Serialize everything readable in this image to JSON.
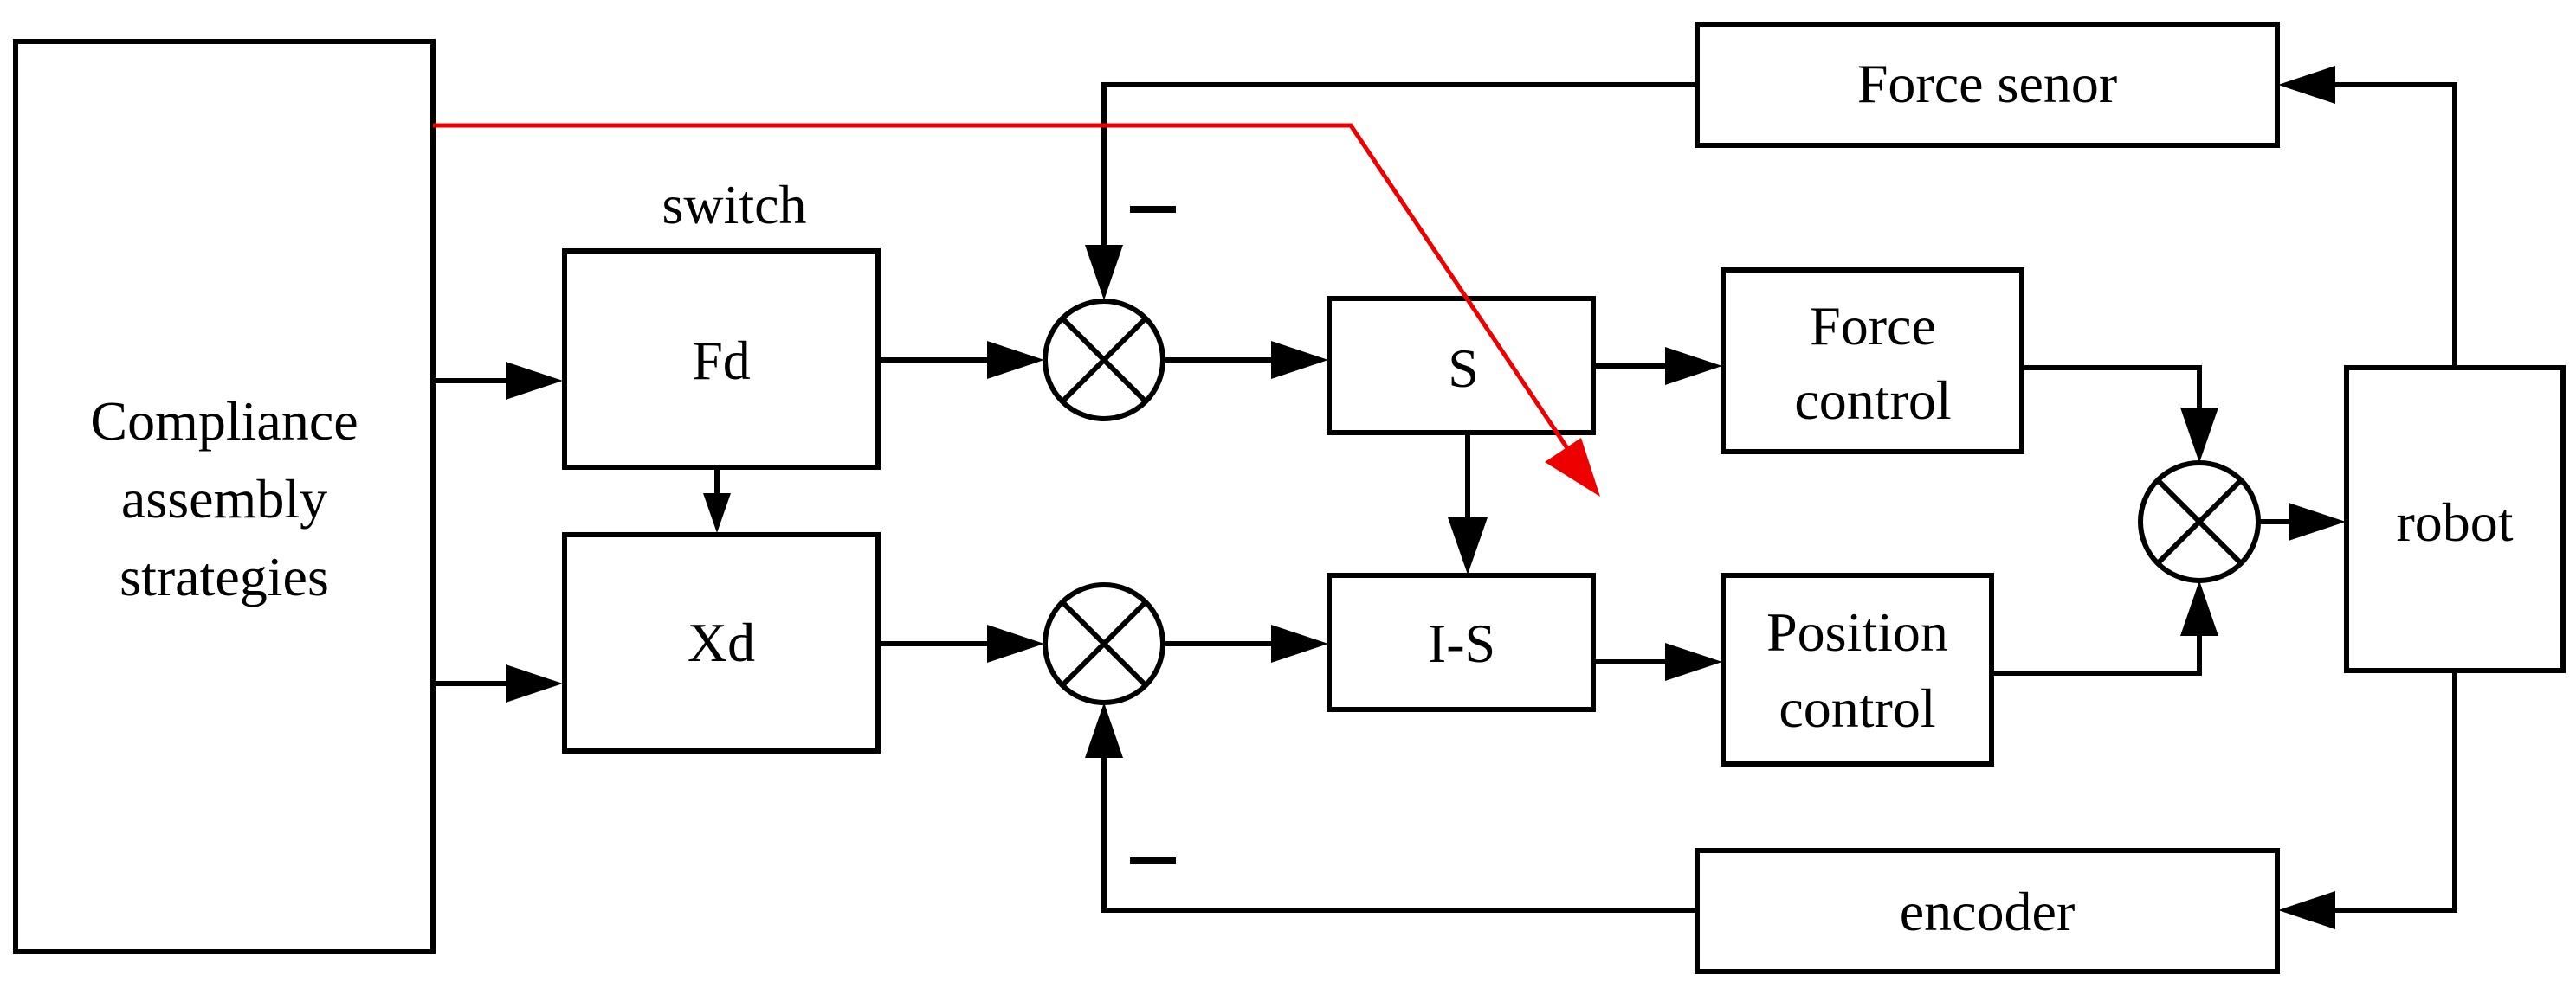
{
  "blocks": {
    "strategies": [
      "Compliance",
      "assembly",
      "strategies"
    ],
    "switch": "switch",
    "fd": "Fd",
    "xd": "Xd",
    "s": "S",
    "is": "I-S",
    "force_control": [
      "Force",
      "control"
    ],
    "position_control": [
      "Position",
      "control"
    ],
    "robot": "robot",
    "force_sensor": "Force senor",
    "encoder": "encoder"
  },
  "colors": {
    "lines": "#000000",
    "highlight": "#ee0000",
    "background": "#ffffff"
  },
  "icons": {
    "summing_junction": "circle-x",
    "negative_sign": "minus"
  }
}
